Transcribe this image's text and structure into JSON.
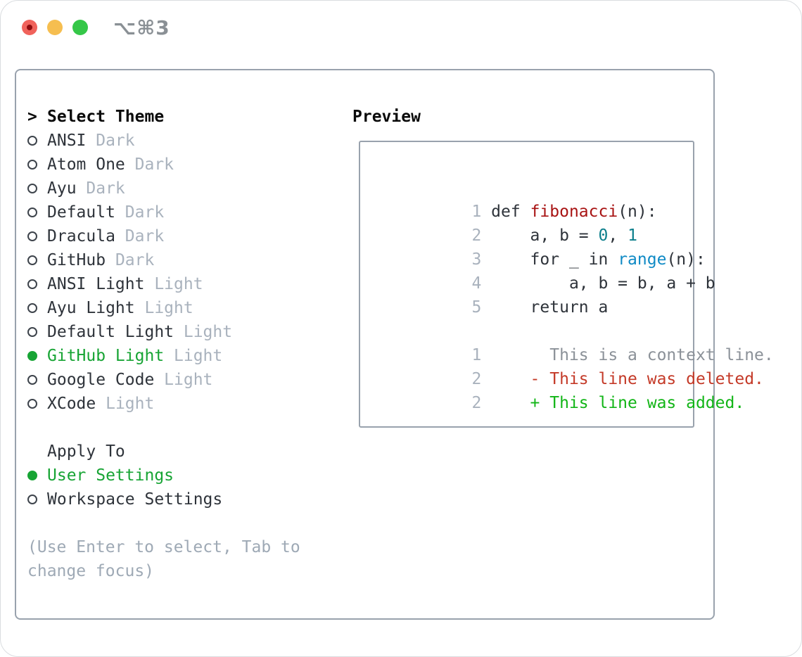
{
  "window": {
    "title": "⌥⌘3"
  },
  "theme_panel": {
    "header": {
      "prompt": ">",
      "label": "Select Theme"
    },
    "themes": [
      {
        "name": "ANSI",
        "variant": "Dark",
        "state": "normal"
      },
      {
        "name": "Atom One",
        "variant": "Dark",
        "state": "normal"
      },
      {
        "name": "Ayu",
        "variant": "Dark",
        "state": "normal"
      },
      {
        "name": "Default",
        "variant": "Dark",
        "state": "normal"
      },
      {
        "name": "Dracula",
        "variant": "Dark",
        "state": "normal"
      },
      {
        "name": "GitHub",
        "variant": "Dark",
        "state": "normal"
      },
      {
        "name": "ANSI Light",
        "variant": "Light",
        "state": "normal"
      },
      {
        "name": "Ayu Light",
        "variant": "Light",
        "state": "normal"
      },
      {
        "name": "Default Light",
        "variant": "Light",
        "state": "normal"
      },
      {
        "name": "GitHub Light",
        "variant": "Light",
        "state": "selected"
      },
      {
        "name": "Google Code",
        "variant": "Light",
        "state": "normal"
      },
      {
        "name": "XCode",
        "variant": "Light",
        "state": "normal"
      }
    ],
    "apply_to": {
      "label": "Apply To",
      "options": [
        {
          "name": "User Settings",
          "state": "selected"
        },
        {
          "name": "Workspace Settings",
          "state": "normal"
        }
      ]
    },
    "hint_line1": "(Use Enter to select, Tab to",
    "hint_line2": "change focus)"
  },
  "preview": {
    "label": "Preview",
    "code_lines": [
      {
        "num": "1",
        "segments": [
          {
            "text": "def ",
            "color": "fg"
          },
          {
            "text": "fibonacci",
            "color": "red"
          },
          {
            "text": "(n):",
            "color": "fg"
          }
        ]
      },
      {
        "num": "2",
        "segments": [
          {
            "text": "    a, b = ",
            "color": "fg"
          },
          {
            "text": "0",
            "color": "teal"
          },
          {
            "text": ", ",
            "color": "fg"
          },
          {
            "text": "1",
            "color": "teal"
          }
        ]
      },
      {
        "num": "3",
        "segments": [
          {
            "text": "    for _ in ",
            "color": "fg"
          },
          {
            "text": "range",
            "color": "blue"
          },
          {
            "text": "(n):",
            "color": "fg"
          }
        ]
      },
      {
        "num": "4",
        "segments": [
          {
            "text": "        a, b = b, a + b",
            "color": "fg"
          }
        ]
      },
      {
        "num": "5",
        "segments": [
          {
            "text": "    return a",
            "color": "fg"
          }
        ]
      },
      {
        "num": "",
        "segments": []
      },
      {
        "num": "1",
        "segments": [
          {
            "text": "      This is a context line.",
            "color": "gray"
          }
        ]
      },
      {
        "num": "2",
        "segments": [
          {
            "text": "    - This line was deleted.",
            "color": "dred"
          }
        ]
      },
      {
        "num": "2",
        "segments": [
          {
            "text": "    + This line was added.",
            "color": "dgreen"
          }
        ]
      }
    ]
  },
  "colors": {
    "accent_green": "#17a434",
    "added_green": "#12b517",
    "deleted_red": "#c43a28",
    "code_red": "#a81313",
    "code_teal": "#0d7f8c",
    "code_blue": "#0f8ac5",
    "muted_gray": "#a9b2bd",
    "border_gray": "#99a2ad"
  }
}
